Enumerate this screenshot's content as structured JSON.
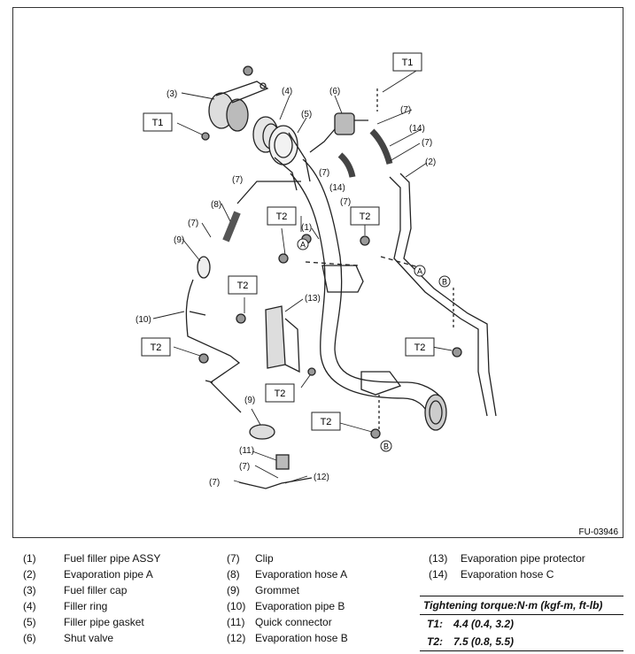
{
  "figure_code": "FU-03946",
  "callouts": {
    "T1": "T1",
    "T2": "T2",
    "A": "A",
    "B": "B"
  },
  "part_labels": {
    "p1": "(1)",
    "p2": "(2)",
    "p3": "(3)",
    "p4": "(4)",
    "p5": "(5)",
    "p6": "(6)",
    "p7": "(7)",
    "p8": "(8)",
    "p9": "(9)",
    "p10": "(10)",
    "p11": "(11)",
    "p12": "(12)",
    "p13": "(13)",
    "p14": "(14)"
  },
  "legend": [
    {
      "num": "(1)",
      "name": "Fuel filler pipe ASSY"
    },
    {
      "num": "(2)",
      "name": "Evaporation pipe A"
    },
    {
      "num": "(3)",
      "name": "Fuel filler cap"
    },
    {
      "num": "(4)",
      "name": "Filler ring"
    },
    {
      "num": "(5)",
      "name": "Filler pipe gasket"
    },
    {
      "num": "(6)",
      "name": "Shut valve"
    },
    {
      "num": "(7)",
      "name": "Clip"
    },
    {
      "num": "(8)",
      "name": "Evaporation hose A"
    },
    {
      "num": "(9)",
      "name": "Grommet"
    },
    {
      "num": "(10)",
      "name": "Evaporation pipe B"
    },
    {
      "num": "(11)",
      "name": "Quick connector"
    },
    {
      "num": "(12)",
      "name": "Evaporation hose B"
    },
    {
      "num": "(13)",
      "name": "Evaporation pipe protector"
    },
    {
      "num": "(14)",
      "name": "Evaporation hose C"
    }
  ],
  "torque": {
    "heading": "Tightening torque:N·m (kgf-m, ft-lb)",
    "rows": [
      {
        "key": "T1:",
        "value": "4.4 (0.4, 3.2)"
      },
      {
        "key": "T2:",
        "value": "7.5 (0.8, 5.5)"
      }
    ]
  }
}
